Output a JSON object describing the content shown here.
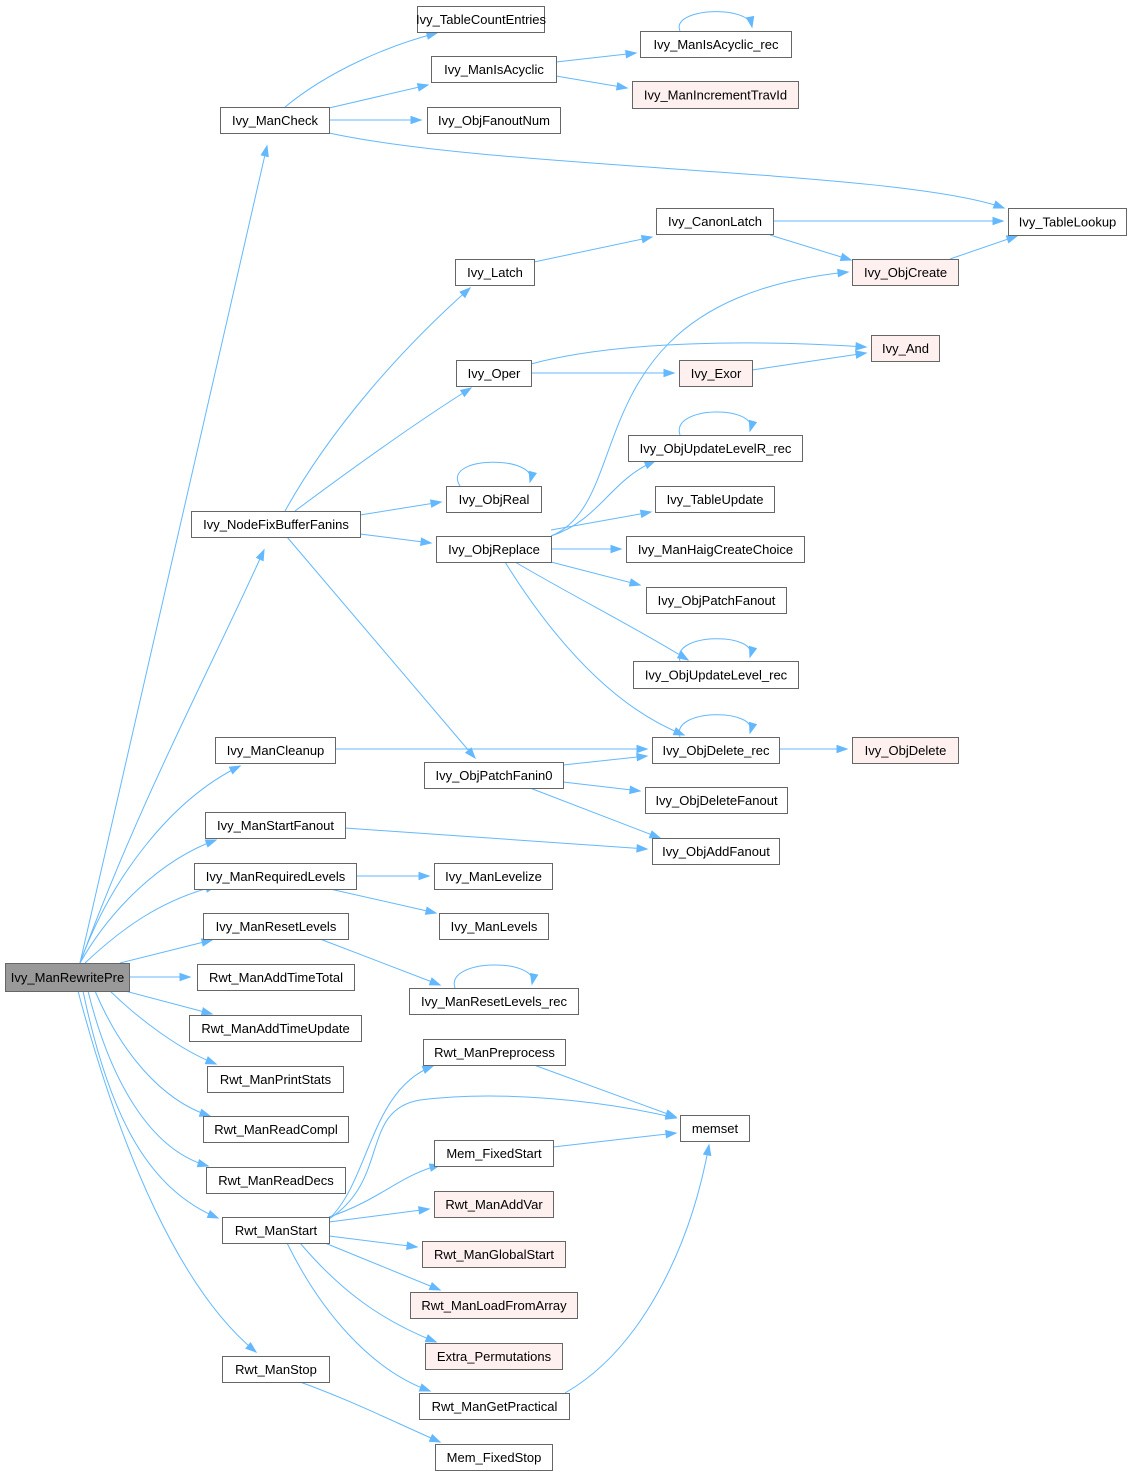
{
  "title": "Ivy_ManRewritePre call graph",
  "colors": {
    "edge": "#63b8ff",
    "node_fill": "#ffffff",
    "node_stroke": "#666666",
    "root_fill": "#999999",
    "truncated_fill": "#fff0f0",
    "truncated_stroke": "#ff0000"
  },
  "nodes": [
    {
      "id": "ivy_manrewritepre",
      "label": "Ivy_ManRewritePre",
      "style": "root"
    },
    {
      "id": "ivy_mancheck",
      "label": "Ivy_ManCheck",
      "style": "normal"
    },
    {
      "id": "ivy_tablecountentries",
      "label": "Ivy_TableCountEntries",
      "style": "normal"
    },
    {
      "id": "ivy_manisacyclic",
      "label": "Ivy_ManIsAcyclic",
      "style": "normal"
    },
    {
      "id": "ivy_manisacyclic_rec",
      "label": "Ivy_ManIsAcyclic_rec",
      "style": "normal"
    },
    {
      "id": "ivy_manincrementtravid",
      "label": "Ivy_ManIncrementTravId",
      "style": "truncated"
    },
    {
      "id": "ivy_objfanoutnum",
      "label": "Ivy_ObjFanoutNum",
      "style": "normal"
    },
    {
      "id": "ivy_tablelookup",
      "label": "Ivy_TableLookup",
      "style": "normal"
    },
    {
      "id": "ivy_canonlatch",
      "label": "Ivy_CanonLatch",
      "style": "normal"
    },
    {
      "id": "ivy_latch",
      "label": "Ivy_Latch",
      "style": "normal"
    },
    {
      "id": "ivy_objcreate",
      "label": "Ivy_ObjCreate",
      "style": "truncated"
    },
    {
      "id": "ivy_and",
      "label": "Ivy_And",
      "style": "truncated"
    },
    {
      "id": "ivy_oper",
      "label": "Ivy_Oper",
      "style": "normal"
    },
    {
      "id": "ivy_exor",
      "label": "Ivy_Exor",
      "style": "truncated"
    },
    {
      "id": "ivy_objupdatelevelr_rec",
      "label": "Ivy_ObjUpdateLevelR_rec",
      "style": "normal"
    },
    {
      "id": "ivy_objreal",
      "label": "Ivy_ObjReal",
      "style": "normal"
    },
    {
      "id": "ivy_tableupdate",
      "label": "Ivy_TableUpdate",
      "style": "normal"
    },
    {
      "id": "ivy_nodefixbufferfanins",
      "label": "Ivy_NodeFixBufferFanins",
      "style": "normal"
    },
    {
      "id": "ivy_objreplace",
      "label": "Ivy_ObjReplace",
      "style": "normal"
    },
    {
      "id": "ivy_manhaigcreatechoice",
      "label": "Ivy_ManHaigCreateChoice",
      "style": "normal"
    },
    {
      "id": "ivy_objpatchfanout",
      "label": "Ivy_ObjPatchFanout",
      "style": "normal"
    },
    {
      "id": "ivy_objupdatelevel_rec",
      "label": "Ivy_ObjUpdateLevel_rec",
      "style": "normal"
    },
    {
      "id": "ivy_mancleanup",
      "label": "Ivy_ManCleanup",
      "style": "normal"
    },
    {
      "id": "ivy_objdelete_rec",
      "label": "Ivy_ObjDelete_rec",
      "style": "normal"
    },
    {
      "id": "ivy_objdelete",
      "label": "Ivy_ObjDelete",
      "style": "truncated"
    },
    {
      "id": "ivy_objpatchfanin0",
      "label": "Ivy_ObjPatchFanin0",
      "style": "normal"
    },
    {
      "id": "ivy_objdeletefanout",
      "label": "Ivy_ObjDeleteFanout",
      "style": "normal"
    },
    {
      "id": "ivy_manstartfanout",
      "label": "Ivy_ManStartFanout",
      "style": "normal"
    },
    {
      "id": "ivy_objaddfanout",
      "label": "Ivy_ObjAddFanout",
      "style": "normal"
    },
    {
      "id": "ivy_manrequiredlevels",
      "label": "Ivy_ManRequiredLevels",
      "style": "normal"
    },
    {
      "id": "ivy_manlevelize",
      "label": "Ivy_ManLevelize",
      "style": "normal"
    },
    {
      "id": "ivy_manlevels",
      "label": "Ivy_ManLevels",
      "style": "normal"
    },
    {
      "id": "ivy_manresetlevels",
      "label": "Ivy_ManResetLevels",
      "style": "normal"
    },
    {
      "id": "ivy_manresetlevels_rec",
      "label": "Ivy_ManResetLevels_rec",
      "style": "normal"
    },
    {
      "id": "rwt_managtimetotal",
      "label": "Rwt_ManAddTimeTotal",
      "style": "normal"
    },
    {
      "id": "rwt_manaddtimeupdate",
      "label": "Rwt_ManAddTimeUpdate",
      "style": "normal"
    },
    {
      "id": "rwt_manprintstats",
      "label": "Rwt_ManPrintStats",
      "style": "normal"
    },
    {
      "id": "rwt_manreadcompl",
      "label": "Rwt_ManReadCompl",
      "style": "normal"
    },
    {
      "id": "rwt_manreaddecs",
      "label": "Rwt_ManReadDecs",
      "style": "normal"
    },
    {
      "id": "rwt_manstart",
      "label": "Rwt_ManStart",
      "style": "normal"
    },
    {
      "id": "rwt_manpreprocess",
      "label": "Rwt_ManPreprocess",
      "style": "normal"
    },
    {
      "id": "memset",
      "label": "memset",
      "style": "normal"
    },
    {
      "id": "mem_fixedstart",
      "label": "Mem_FixedStart",
      "style": "normal"
    },
    {
      "id": "rwt_manaddvar",
      "label": "Rwt_ManAddVar",
      "style": "truncated"
    },
    {
      "id": "rwt_manglobalstart",
      "label": "Rwt_ManGlobalStart",
      "style": "truncated"
    },
    {
      "id": "rwt_manloadfromarray",
      "label": "Rwt_ManLoadFromArray",
      "style": "truncated"
    },
    {
      "id": "extra_permutations",
      "label": "Extra_Permutations",
      "style": "truncated"
    },
    {
      "id": "rwt_mangetpractical",
      "label": "Rwt_ManGetPractical",
      "style": "normal"
    },
    {
      "id": "rwt_manstop",
      "label": "Rwt_ManStop",
      "style": "normal"
    },
    {
      "id": "mem_fixedstop",
      "label": "Mem_FixedStop",
      "style": "normal"
    }
  ],
  "edges": [
    [
      "ivy_manrewritepre",
      "ivy_mancheck"
    ],
    [
      "ivy_manrewritepre",
      "ivy_nodefixbufferfanins"
    ],
    [
      "ivy_manrewritepre",
      "ivy_mancleanup"
    ],
    [
      "ivy_manrewritepre",
      "ivy_manstartfanout"
    ],
    [
      "ivy_manrewritepre",
      "ivy_manrequiredlevels"
    ],
    [
      "ivy_manrewritepre",
      "ivy_manresetlevels"
    ],
    [
      "ivy_manrewritepre",
      "rwt_managtimetotal"
    ],
    [
      "ivy_manrewritepre",
      "rwt_manaddtimeupdate"
    ],
    [
      "ivy_manrewritepre",
      "rwt_manprintstats"
    ],
    [
      "ivy_manrewritepre",
      "rwt_manreadcompl"
    ],
    [
      "ivy_manrewritepre",
      "rwt_manreaddecs"
    ],
    [
      "ivy_manrewritepre",
      "rwt_manstart"
    ],
    [
      "ivy_manrewritepre",
      "rwt_manstop"
    ],
    [
      "ivy_mancheck",
      "ivy_tablecountentries"
    ],
    [
      "ivy_mancheck",
      "ivy_manisacyclic"
    ],
    [
      "ivy_mancheck",
      "ivy_objfanoutnum"
    ],
    [
      "ivy_mancheck",
      "ivy_tablelookup"
    ],
    [
      "ivy_manisacyclic",
      "ivy_manisacyclic_rec"
    ],
    [
      "ivy_manisacyclic",
      "ivy_manincrementtravid"
    ],
    [
      "ivy_manisacyclic_rec",
      "ivy_manisacyclic_rec"
    ],
    [
      "ivy_nodefixbufferfanins",
      "ivy_latch"
    ],
    [
      "ivy_nodefixbufferfanins",
      "ivy_oper"
    ],
    [
      "ivy_nodefixbufferfanins",
      "ivy_objreal"
    ],
    [
      "ivy_nodefixbufferfanins",
      "ivy_objreplace"
    ],
    [
      "ivy_nodefixbufferfanins",
      "ivy_objpatchfanin0"
    ],
    [
      "ivy_latch",
      "ivy_canonlatch"
    ],
    [
      "ivy_canonlatch",
      "ivy_tablelookup"
    ],
    [
      "ivy_canonlatch",
      "ivy_objcreate"
    ],
    [
      "ivy_objcreate",
      "ivy_tablelookup"
    ],
    [
      "ivy_oper",
      "ivy_and"
    ],
    [
      "ivy_oper",
      "ivy_exor"
    ],
    [
      "ivy_exor",
      "ivy_and"
    ],
    [
      "ivy_objreal",
      "ivy_objreal"
    ],
    [
      "ivy_objreplace",
      "ivy_objcreate"
    ],
    [
      "ivy_objreplace",
      "ivy_objupdatelevelr_rec"
    ],
    [
      "ivy_objreplace",
      "ivy_tableupdate"
    ],
    [
      "ivy_objreplace",
      "ivy_manhaigcreatechoice"
    ],
    [
      "ivy_objreplace",
      "ivy_objpatchfanout"
    ],
    [
      "ivy_objreplace",
      "ivy_objupdatelevel_rec"
    ],
    [
      "ivy_objreplace",
      "ivy_objdelete_rec"
    ],
    [
      "ivy_objupdatelevelr_rec",
      "ivy_objupdatelevelr_rec"
    ],
    [
      "ivy_objupdatelevel_rec",
      "ivy_objupdatelevel_rec"
    ],
    [
      "ivy_mancleanup",
      "ivy_objdelete_rec"
    ],
    [
      "ivy_objdelete_rec",
      "ivy_objdelete_rec"
    ],
    [
      "ivy_objdelete_rec",
      "ivy_objdelete"
    ],
    [
      "ivy_objpatchfanin0",
      "ivy_objdelete_rec"
    ],
    [
      "ivy_objpatchfanin0",
      "ivy_objdeletefanout"
    ],
    [
      "ivy_objpatchfanin0",
      "ivy_objaddfanout"
    ],
    [
      "ivy_manstartfanout",
      "ivy_objaddfanout"
    ],
    [
      "ivy_manrequiredlevels",
      "ivy_manlevelize"
    ],
    [
      "ivy_manrequiredlevels",
      "ivy_manlevels"
    ],
    [
      "ivy_manresetlevels",
      "ivy_manresetlevels_rec"
    ],
    [
      "ivy_manresetlevels_rec",
      "ivy_manresetlevels_rec"
    ],
    [
      "rwt_manstart",
      "rwt_manpreprocess"
    ],
    [
      "rwt_manstart",
      "memset"
    ],
    [
      "rwt_manstart",
      "mem_fixedstart"
    ],
    [
      "rwt_manstart",
      "rwt_manaddvar"
    ],
    [
      "rwt_manstart",
      "rwt_manglobalstart"
    ],
    [
      "rwt_manstart",
      "rwt_manloadfromarray"
    ],
    [
      "rwt_manstart",
      "extra_permutations"
    ],
    [
      "rwt_manstart",
      "rwt_mangetpractical"
    ],
    [
      "rwt_manpreprocess",
      "memset"
    ],
    [
      "mem_fixedstart",
      "memset"
    ],
    [
      "rwt_mangetpractical",
      "memset"
    ],
    [
      "rwt_manstop",
      "mem_fixedstop"
    ]
  ]
}
